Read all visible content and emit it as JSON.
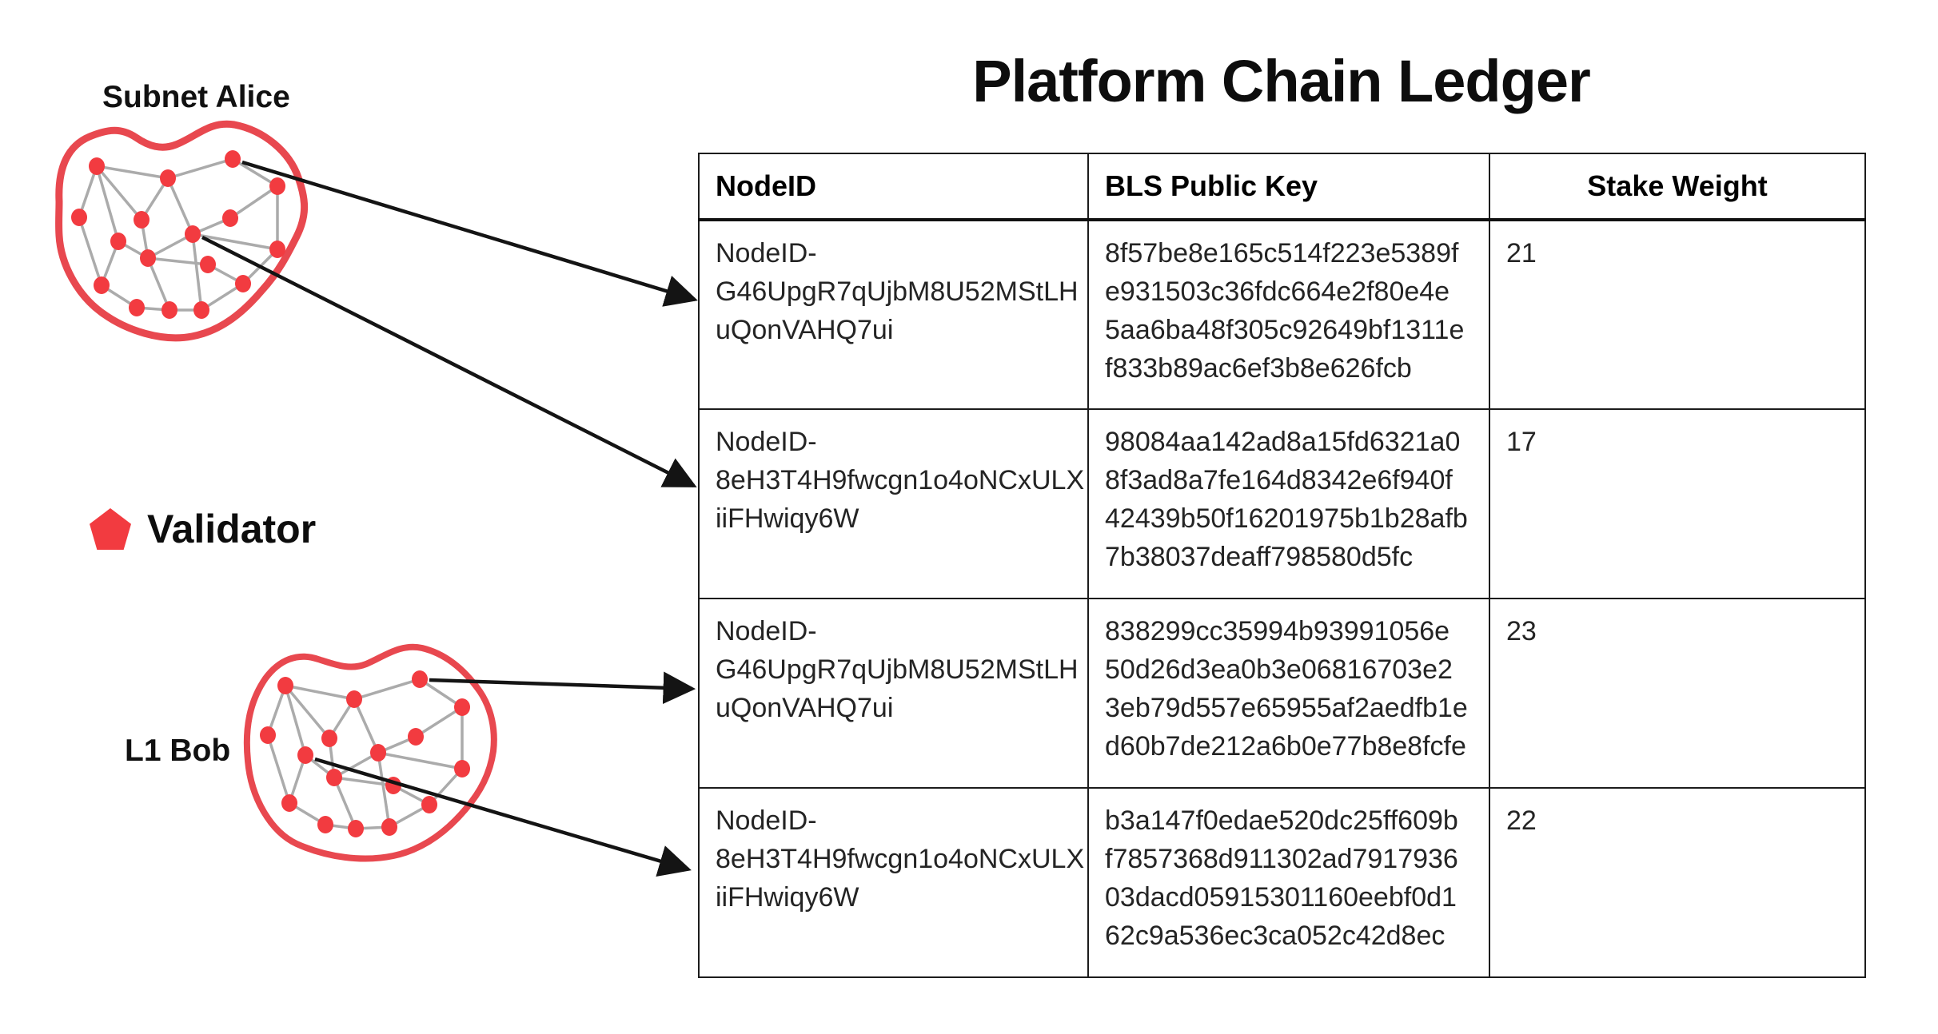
{
  "title": "Platform Chain Ledger",
  "subnets": {
    "alice": {
      "label": "Subnet Alice"
    },
    "bob": {
      "label": "L1 Bob"
    }
  },
  "legend": {
    "label": "Validator"
  },
  "table": {
    "columns": [
      "NodeID",
      "BLS Public Key",
      "Stake Weight"
    ],
    "rows": [
      {
        "node_id_lines": [
          "NodeID-",
          "G46UpgR7qUjbM8U52MStLH",
          "uQonVAHQ7ui"
        ],
        "bls_public_key_lines": [
          "8f57be8e165c514f223e5389f",
          "e931503c36fdc664e2f80e4e",
          "5aa6ba48f305c92649bf1311e",
          "f833b89ac6ef3b8e626fcb"
        ],
        "stake_weight": "21"
      },
      {
        "node_id_lines": [
          "NodeID-",
          "8eH3T4H9fwcgn1o4oNCxULX",
          "iiFHwiqy6W"
        ],
        "bls_public_key_lines": [
          "98084aa142ad8a15fd6321a0",
          "8f3ad8a7fe164d8342e6f940f",
          "42439b50f16201975b1b28afb",
          "7b38037deaff798580d5fc"
        ],
        "stake_weight": "17"
      },
      {
        "node_id_lines": [
          "NodeID-",
          "G46UpgR7qUjbM8U52MStLH",
          "uQonVAHQ7ui"
        ],
        "bls_public_key_lines": [
          "838299cc35994b93991056e",
          "50d26d3ea0b3e06816703e2",
          "3eb79d557e65955af2aedfb1e",
          "d60b7de212a6b0e77b8e8fcfe"
        ],
        "stake_weight": "23"
      },
      {
        "node_id_lines": [
          "NodeID-",
          "8eH3T4H9fwcgn1o4oNCxULX",
          "iiFHwiqy6W"
        ],
        "bls_public_key_lines": [
          "b3a147f0edae520dc25ff609b",
          "f7857368d911302ad7917936",
          "03dacd05915301160eebf0d1",
          "62c9a536ec3ca052c42d8ec"
        ],
        "stake_weight": "22"
      }
    ]
  },
  "arrows": [
    {
      "source": "Subnet Alice",
      "target_row_index": 0
    },
    {
      "source": "Subnet Alice",
      "target_row_index": 1
    },
    {
      "source": "L1 Bob",
      "target_row_index": 2
    },
    {
      "source": "L1 Bob",
      "target_row_index": 3
    }
  ],
  "colors": {
    "node_red": "#f23b40",
    "boundary_red": "#e8484f",
    "edge_gray": "#ababab",
    "arrow_black": "#141414",
    "border_black": "#1c1c1c",
    "text": "#242424"
  }
}
